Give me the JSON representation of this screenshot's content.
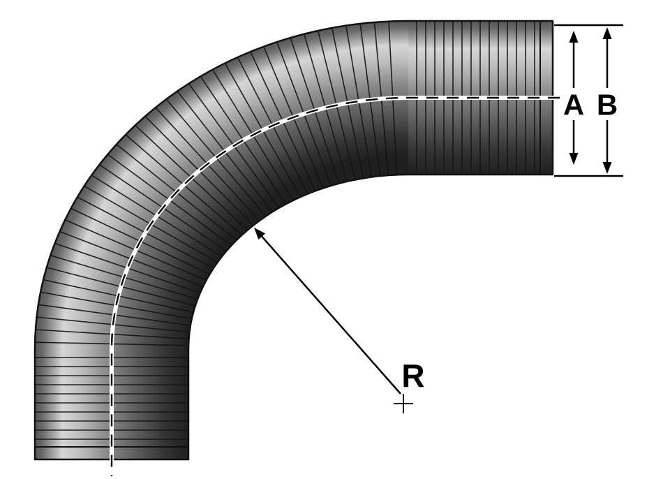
{
  "diagram": {
    "labels": {
      "inner_diameter": "A",
      "outer_diameter": "B",
      "bend_radius": "R"
    },
    "colors": {
      "background": "#ffffff",
      "outline": "#111111",
      "dimension": "#000000",
      "rib": "#141414",
      "tube_edge": "#555555",
      "tube_highlight": "#d6d6d6",
      "tube_mid": "#8f8f8f",
      "tube_inner_shadow": "#1f1f1f",
      "centerline_white": "#ffffff",
      "centerline_black": "#000000"
    }
  }
}
